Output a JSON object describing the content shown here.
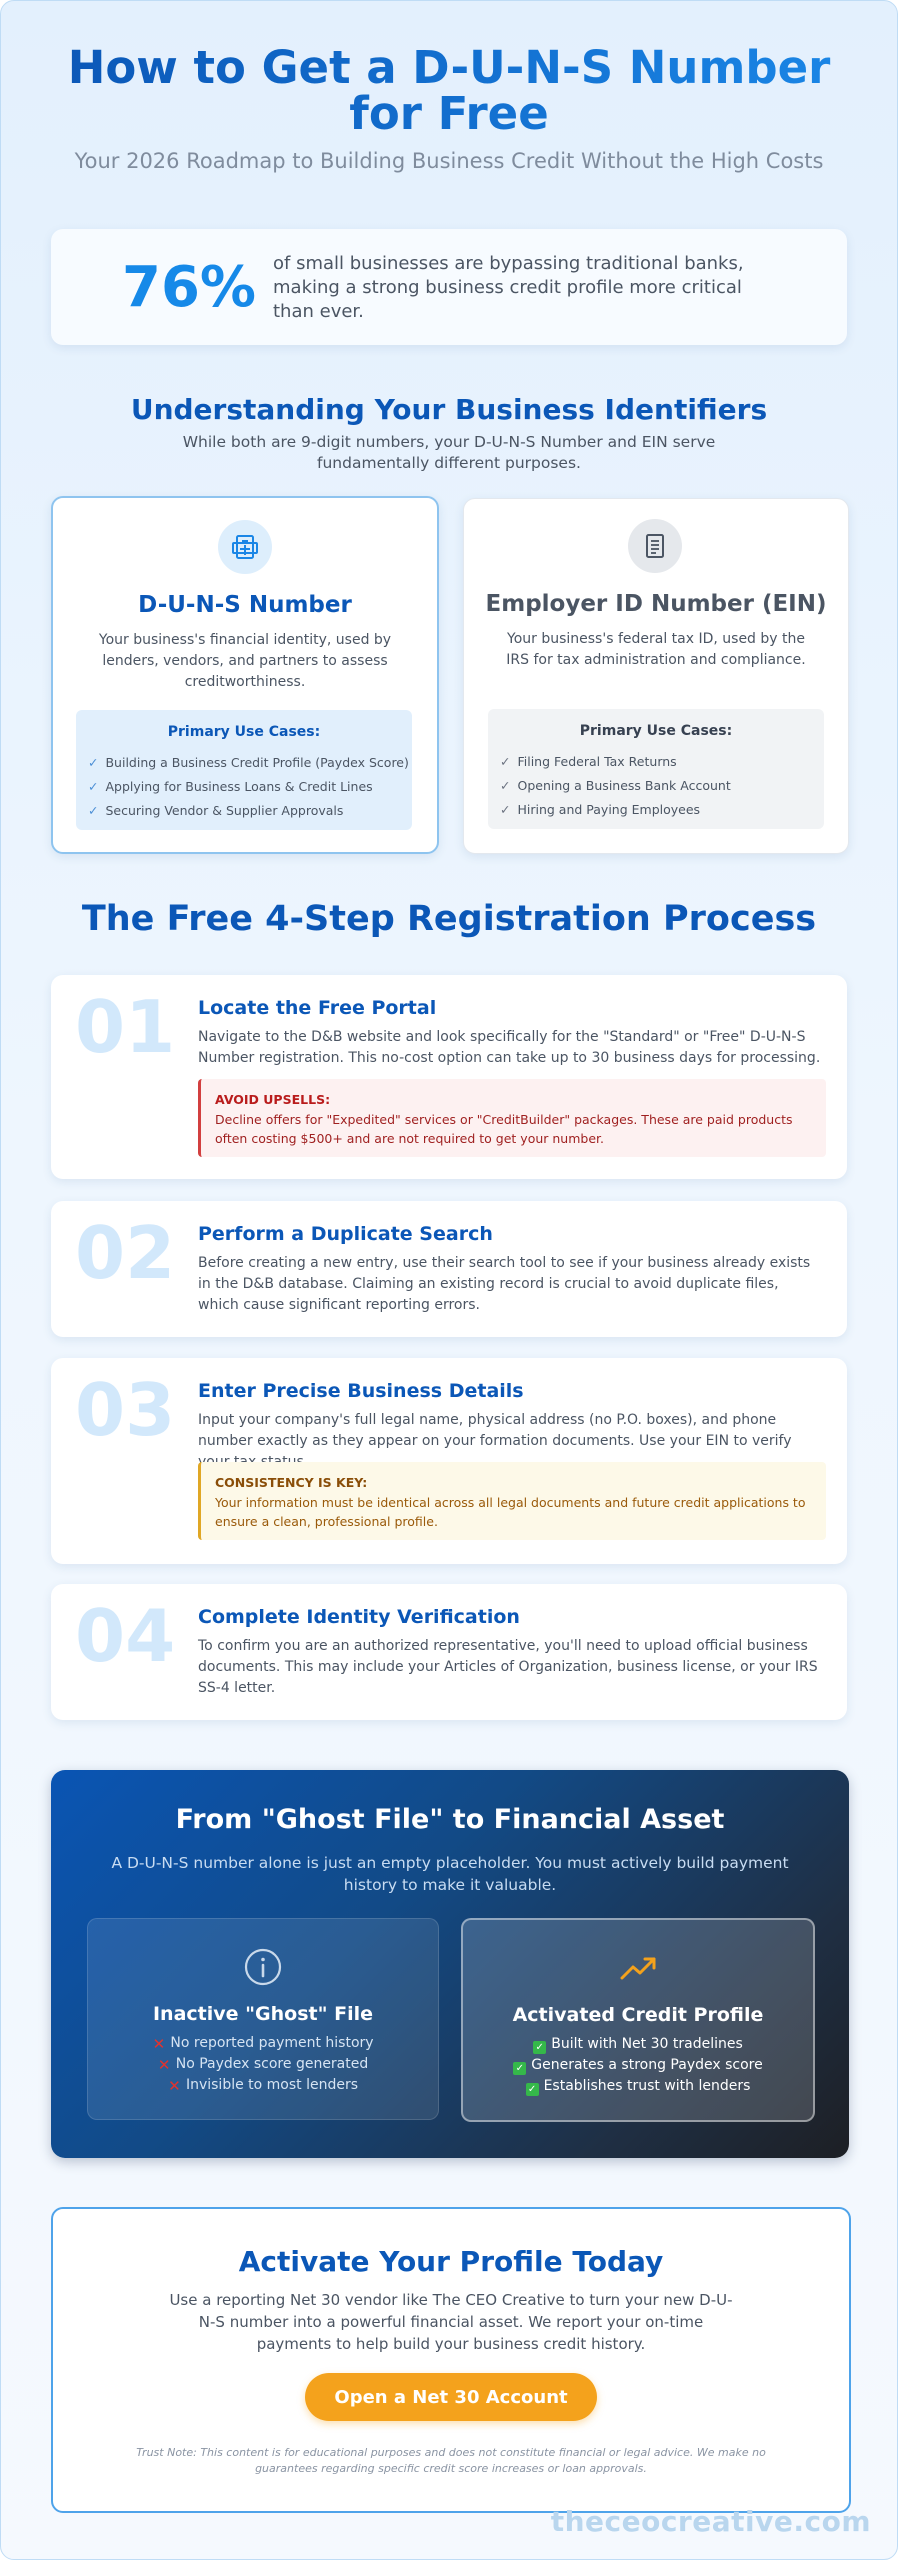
{
  "hero": {
    "title": "How to Get a D-U-N-S Number for Free",
    "subtitle": "Your 2026 Roadmap to Building Business Credit Without the High Costs"
  },
  "stat": {
    "value": "76%",
    "text": "of small businesses are bypassing traditional banks, making a strong business credit profile more critical than ever."
  },
  "identifiers": {
    "title": "Understanding Your Business Identifiers",
    "subtitle": "While both are 9-digit numbers, your D-U-N-S Number and EIN serve fundamentally different purposes.",
    "duns": {
      "icon": "building-icon",
      "title": "D-U-N-S Number",
      "description": "Your business's financial identity, used by lenders, vendors, and partners to assess creditworthiness.",
      "uses_title": "Primary Use Cases:",
      "uses": [
        "Building a Business Credit Profile (Paydex Score)",
        "Applying for Business Loans & Credit Lines",
        "Securing Vendor & Supplier Approvals"
      ]
    },
    "ein": {
      "icon": "document-icon",
      "title": "Employer ID Number (EIN)",
      "description": "Your business's federal tax ID, used by the IRS for tax administration and compliance.",
      "uses_title": "Primary Use Cases:",
      "uses": [
        "Filing Federal Tax Returns",
        "Opening a Business Bank Account",
        "Hiring and Paying Employees"
      ]
    }
  },
  "process": {
    "title": "The Free 4-Step Registration Process",
    "steps": [
      {
        "number": "01",
        "title": "Locate the Free Portal",
        "description": "Navigate to the D&B website and look specifically for the \"Standard\" or \"Free\" D-U-N-S Number registration. This no-cost option can take up to 30 business days for processing.",
        "callout_title": "AVOID UPSELLS:",
        "callout_text": "Decline offers for \"Expedited\" services or \"CreditBuilder\" packages. These are paid products often costing $500+ and are not required to get your number."
      },
      {
        "number": "02",
        "title": "Perform a Duplicate Search",
        "description": "Before creating a new entry, use their search tool to see if your business already exists in the D&B database. Claiming an existing record is crucial to avoid duplicate files, which cause significant reporting errors."
      },
      {
        "number": "03",
        "title": "Enter Precise Business Details",
        "description": "Input your company's full legal name, physical address (no P.O. boxes), and phone number exactly as they appear on your formation documents. Use your EIN to verify your tax status.",
        "callout_title": "CONSISTENCY IS KEY:",
        "callout_text": "Your information must be identical across all legal documents and future credit applications to ensure a clean, professional profile."
      },
      {
        "number": "04",
        "title": "Complete Identity Verification",
        "description": "To confirm you are an authorized representative, you'll need to upload official business documents. This may include your Articles of Organization, business license, or your IRS SS-4 letter."
      }
    ]
  },
  "transform": {
    "title": "From \"Ghost File\" to Financial Asset",
    "subtitle": "A D-U-N-S number alone is just an empty placeholder. You must actively build payment history to make it valuable.",
    "ghost": {
      "icon": "info-icon",
      "title": "Inactive \"Ghost\" File",
      "items": [
        "No reported payment history",
        "No Paydex score generated",
        "Invisible to most lenders"
      ]
    },
    "active": {
      "icon": "trending-up-icon",
      "title": "Activated Credit Profile",
      "items": [
        "Built with Net 30 tradelines",
        "Generates a strong Paydex score",
        "Establishes trust with lenders"
      ]
    },
    "colors": {
      "accent_orange": "#f4a21c",
      "x_red": "#e0332f",
      "check_green": "#35b84a"
    }
  },
  "cta": {
    "title": "Activate Your Profile Today",
    "description": "Use a reporting Net 30 vendor like The CEO Creative to turn your new D-U-N-S number into a powerful financial asset. We report your on-time payments to help build your business credit history.",
    "button": "Open a Net 30 Account",
    "note": "Trust Note: This content is for educational purposes and does not constitute financial or legal advice. We make no guarantees regarding specific credit score increases or loan approvals."
  },
  "brand": "theceocreative.com"
}
